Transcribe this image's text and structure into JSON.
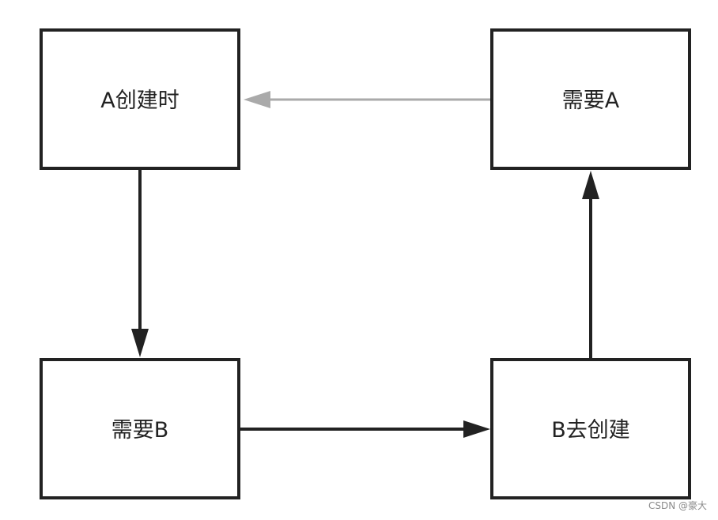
{
  "nodes": {
    "a_create": {
      "label": "A创建时"
    },
    "need_a": {
      "label": "需要A"
    },
    "need_b": {
      "label": "需要B"
    },
    "b_create": {
      "label": "B去创建"
    }
  },
  "colors": {
    "box_stroke": "#222222",
    "arrow_dark": "#222222",
    "arrow_light": "#aaaaaa",
    "text": "#222222",
    "watermark": "#8a8a8a"
  },
  "watermark": "CSDN @豪大"
}
